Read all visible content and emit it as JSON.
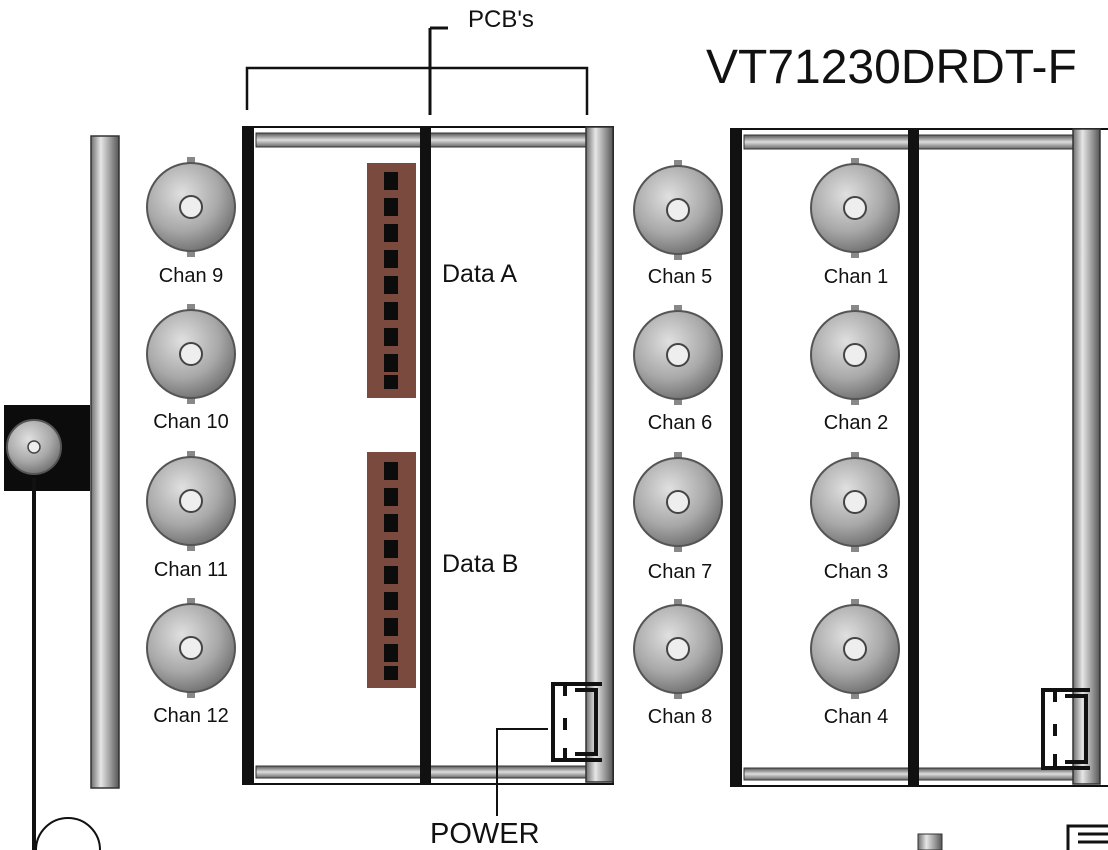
{
  "title": "VT71230DRDT-F",
  "labels": {
    "pcbs": "PCB's",
    "power": "POWER",
    "data_a": "Data A",
    "data_b": "Data B"
  },
  "channels": {
    "chan1": "Chan 1",
    "chan2": "Chan 2",
    "chan3": "Chan 3",
    "chan4": "Chan 4",
    "chan5": "Chan 5",
    "chan6": "Chan 6",
    "chan7": "Chan 7",
    "chan8": "Chan 8",
    "chan9": "Chan 9",
    "chan10": "Chan 10",
    "chan11": "Chan 11",
    "chan12": "Chan 12"
  },
  "colors": {
    "connector_block": "#7a4a3f",
    "line": "#111111",
    "bnc_fill": "#a6a6a6"
  }
}
